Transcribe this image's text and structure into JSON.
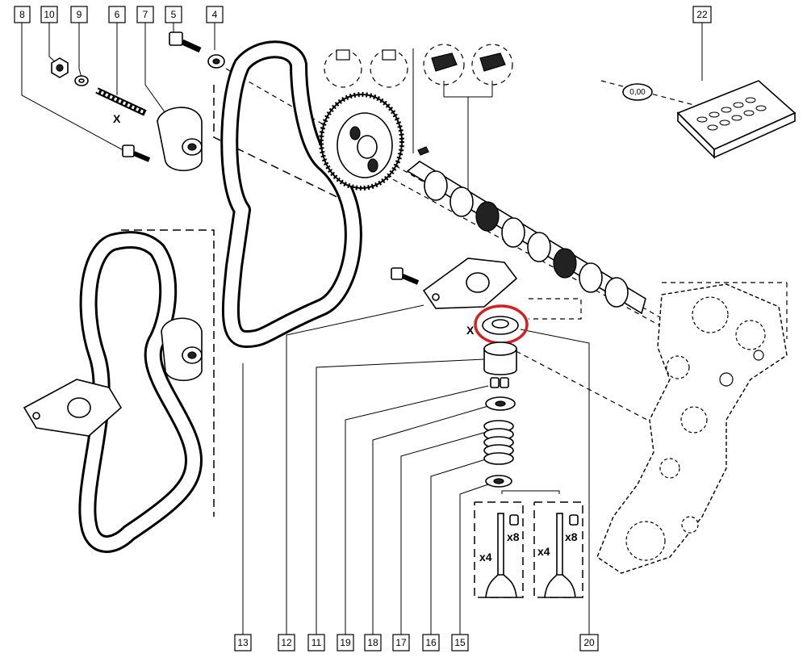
{
  "callouts": [
    {
      "id": "8",
      "label": "8"
    },
    {
      "id": "10",
      "label": "10"
    },
    {
      "id": "9",
      "label": "9"
    },
    {
      "id": "6",
      "label": "6"
    },
    {
      "id": "7",
      "label": "7"
    },
    {
      "id": "5",
      "label": "5"
    },
    {
      "id": "4",
      "label": "4"
    },
    {
      "id": "22",
      "label": "22"
    },
    {
      "id": "13",
      "label": "13"
    },
    {
      "id": "12",
      "label": "12"
    },
    {
      "id": "11",
      "label": "11"
    },
    {
      "id": "19",
      "label": "19"
    },
    {
      "id": "18",
      "label": "18"
    },
    {
      "id": "17",
      "label": "17"
    },
    {
      "id": "16",
      "label": "16"
    },
    {
      "id": "15",
      "label": "15"
    },
    {
      "id": "20",
      "label": "20"
    }
  ],
  "annotations": {
    "x_mark_top": "X",
    "x_mark_bucket": "X",
    "shim_thickness": "0,00",
    "valve_qty_left": "x4",
    "valve_qty_right": "x4",
    "collet_qty_left": "x8",
    "collet_qty_right": "x8"
  },
  "highlight": {
    "target": "20",
    "color": "#d42020"
  }
}
